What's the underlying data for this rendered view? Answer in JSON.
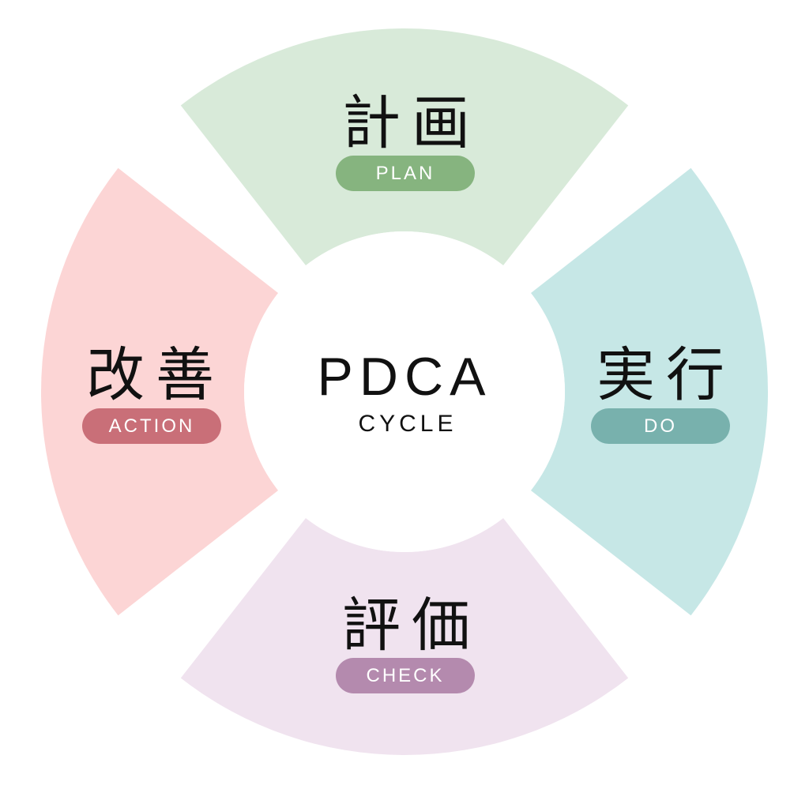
{
  "center": {
    "title": "PDCA",
    "subtitle": "CYCLE"
  },
  "segments": [
    {
      "key": "plan",
      "title": "計画",
      "label": "PLAN",
      "fill": "#d8ead9",
      "pill": "#86b47f"
    },
    {
      "key": "do",
      "title": "実行",
      "label": "DO",
      "fill": "#c6e7e6",
      "pill": "#78b1ad"
    },
    {
      "key": "check",
      "title": "評価",
      "label": "CHECK",
      "fill": "#f0e3ef",
      "pill": "#b48aae"
    },
    {
      "key": "action",
      "title": "改善",
      "label": "ACTION",
      "fill": "#fcd5d5",
      "pill": "#c96f78"
    }
  ]
}
